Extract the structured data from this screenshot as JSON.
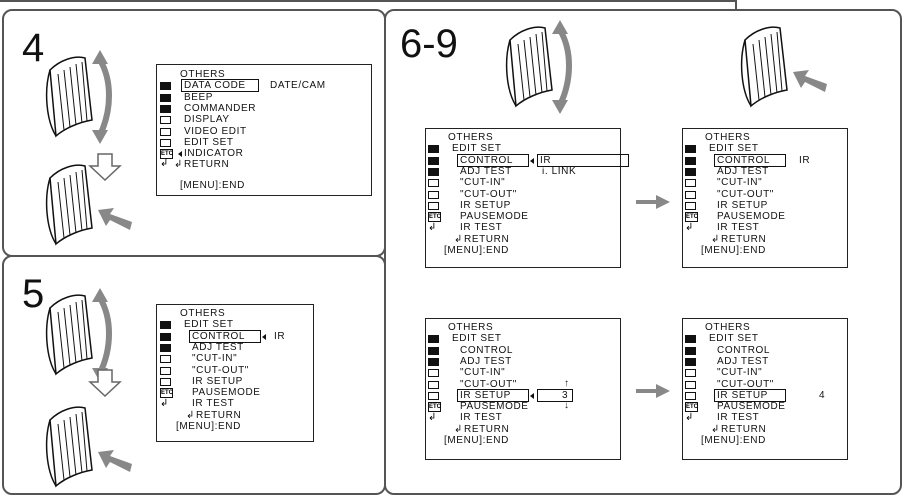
{
  "steps": {
    "s4": "4",
    "s5": "5",
    "s69": "6-9"
  },
  "menus": {
    "m4": {
      "title": "OTHERS",
      "items": [
        "DATA CODE",
        "BEEP",
        "COMMANDER",
        "DISPLAY",
        "VIDEO EDIT",
        "EDIT SET",
        "INDICATOR",
        "RETURN"
      ],
      "value": "DATE/CAM",
      "end": "[MENU]:END"
    },
    "m5": {
      "title": "OTHERS",
      "items": [
        "EDIT SET",
        "CONTROL",
        "ADJ TEST",
        "\"CUT-IN\"",
        "\"CUT-OUT\"",
        "IR SETUP",
        "PAUSEMODE",
        "IR TEST",
        "RETURN"
      ],
      "value": "IR",
      "end": "[MENU]:END"
    },
    "m6a": {
      "title": "OTHERS",
      "items": [
        "EDIT SET",
        "CONTROL",
        "ADJ TEST",
        "\"CUT-IN\"",
        "\"CUT-OUT\"",
        "IR SETUP",
        "PAUSEMODE",
        "IR TEST",
        "RETURN"
      ],
      "options": [
        "IR",
        "i. LINK"
      ],
      "end": "[MENU]:END"
    },
    "m6b": {
      "title": "OTHERS",
      "items": [
        "EDIT SET",
        "CONTROL",
        "ADJ TEST",
        "\"CUT-IN\"",
        "\"CUT-OUT\"",
        "IR SETUP",
        "PAUSEMODE",
        "IR TEST",
        "RETURN"
      ],
      "value": "IR",
      "end": "[MENU]:END"
    },
    "m7a": {
      "title": "OTHERS",
      "items": [
        "EDIT SET",
        "CONTROL",
        "ADJ TEST",
        "\"CUT-IN\"",
        "\"CUT-OUT\"",
        "IR SETUP",
        "PAUSEMODE",
        "IR TEST",
        "RETURN"
      ],
      "value": "3",
      "end": "[MENU]:END"
    },
    "m7b": {
      "title": "OTHERS",
      "items": [
        "EDIT SET",
        "CONTROL",
        "ADJ TEST",
        "\"CUT-IN\"",
        "\"CUT-OUT\"",
        "IR SETUP",
        "PAUSEMODE",
        "IR TEST",
        "RETURN"
      ],
      "value": "4",
      "end": "[MENU]:END"
    }
  },
  "colors": {
    "panel_border": "#555555",
    "arrow_gray": "#888888",
    "text": "#111111"
  }
}
